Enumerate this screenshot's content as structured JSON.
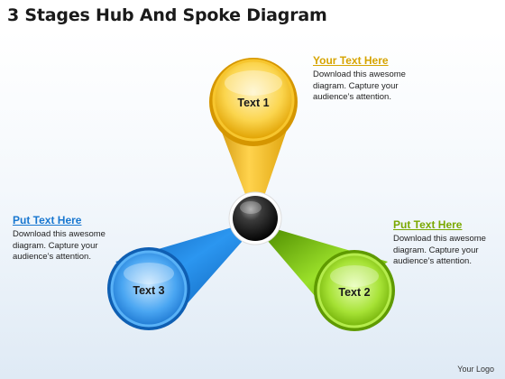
{
  "title": "3 Stages Hub And Spoke Diagram",
  "nodes": [
    {
      "label": "Text 1",
      "color": "#f2b21a"
    },
    {
      "label": "Text 2",
      "color": "#7ec40f"
    },
    {
      "label": "Text 3",
      "color": "#1c86de"
    }
  ],
  "callouts": [
    {
      "heading": "Your Text Here",
      "body": "Download this awesome diagram.  Capture your audience’s attention."
    },
    {
      "heading": "Put Text Here",
      "body": "Download this awesome diagram.  Capture your audience’s attention."
    },
    {
      "heading": "Put Text Here",
      "body": "Download this awesome diagram.  Capture your audience’s attention."
    }
  ],
  "logo": "Your Logo"
}
